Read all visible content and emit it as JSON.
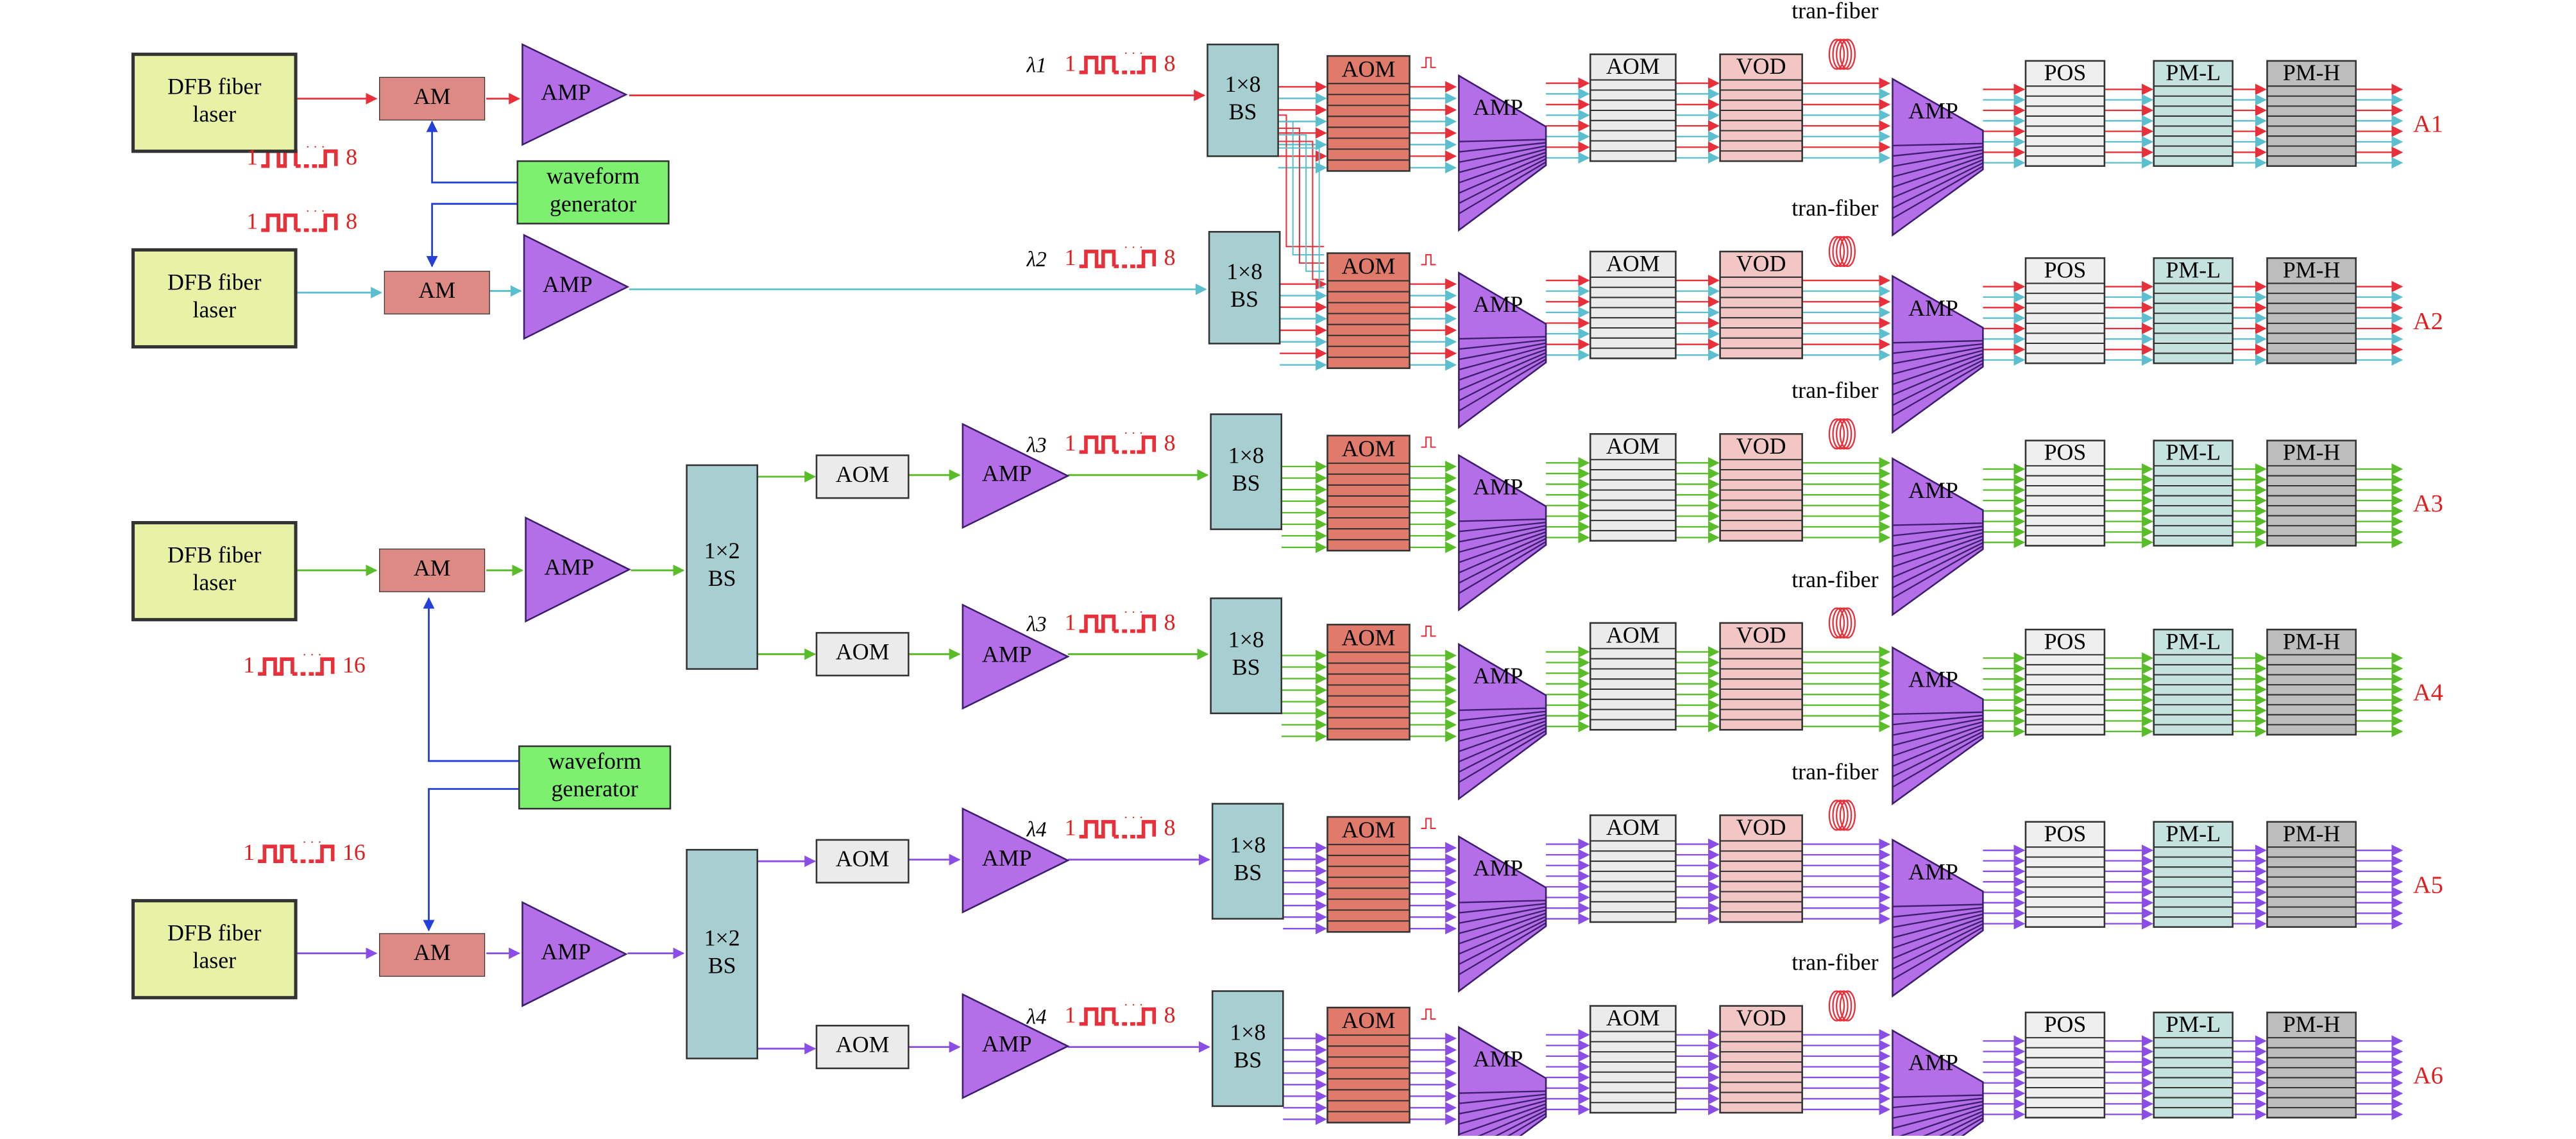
{
  "colors": {
    "red": "#e8303a",
    "cyan": "#5bbfd0",
    "green": "#58bd28",
    "purple": "#8a4ee6",
    "blue": "#2440d8",
    "laser_fill": "#e8f2a6",
    "am_fill": "#de8a84",
    "amp_fill": "#b46ee8",
    "amp_stroke": "#3d1e6e",
    "bs_fill": "#a7cfd1",
    "aom_hot_fill": "#e07a6a",
    "aom_gray_fill": "#ebebeb",
    "vod_fill": "#f1c6c4",
    "pos_fill": "#efefef",
    "pml_fill": "#c6e2de",
    "pmh_fill": "#bdbdbd",
    "waveform_fill": "#7ef070",
    "label_red": "#e02020"
  },
  "labels": {
    "laser": "DFB fiber\nlaser",
    "am": "AM",
    "amp": "AMP",
    "waveform": "waveform\ngenerator",
    "bs12": "1×2\nBS",
    "bs18": "1×8\nBS",
    "aom": "AOM",
    "vod": "VOD",
    "pos": "POS",
    "pml": "PM-L",
    "pmh": "PM-H",
    "tran_fiber": "tran-fiber",
    "pulse_start": "1",
    "pulse_end_8": "8",
    "pulse_end_16": "16",
    "dots": "· · ·"
  },
  "channels": [
    {
      "id": "A1",
      "label": "A1",
      "lambda": "λ1",
      "color": "red"
    },
    {
      "id": "A2",
      "label": "A2",
      "lambda": "λ2",
      "color": "cyan"
    },
    {
      "id": "A3",
      "label": "A3",
      "lambda": "λ3",
      "color": "green"
    },
    {
      "id": "A4",
      "label": "A4",
      "lambda": "λ3",
      "color": "green"
    },
    {
      "id": "A5",
      "label": "A5",
      "lambda": "λ4",
      "color": "purple"
    },
    {
      "id": "A6",
      "label": "A6",
      "lambda": "λ4",
      "color": "purple"
    }
  ]
}
